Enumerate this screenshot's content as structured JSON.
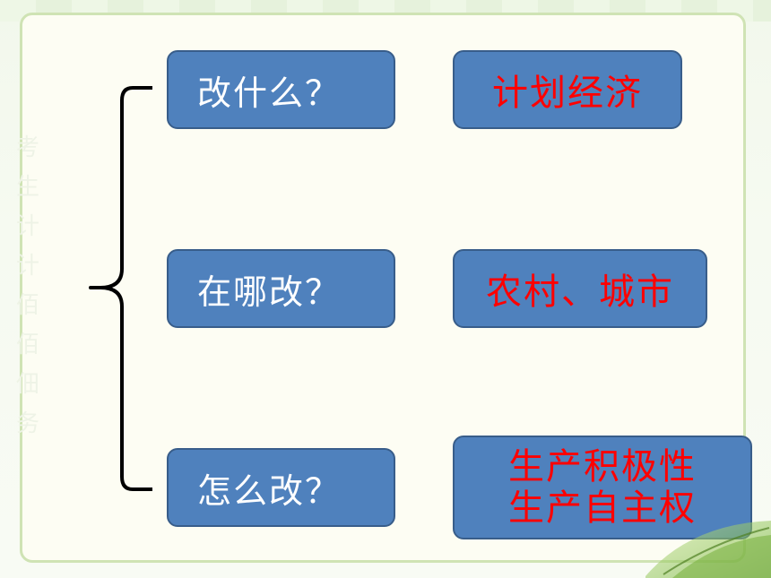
{
  "questions": [
    {
      "label": "改什么？"
    },
    {
      "label": "在哪改？"
    },
    {
      "label": "怎么改？"
    }
  ],
  "answers": [
    {
      "label": "计划经济"
    },
    {
      "label": "农村、城市"
    },
    {
      "lines": [
        "生产积极性",
        "生产自主权"
      ]
    }
  ],
  "background_faint_text": [
    "考",
    "生",
    "计",
    "计",
    "佰",
    "佰",
    "佃",
    "务"
  ],
  "colors": {
    "box_fill": "#4f81bd",
    "box_border": "#385d8a",
    "question_text": "#ffffff",
    "answer_text": "#ff0000",
    "brace": "#000000",
    "card_border": "#cfe3b4"
  }
}
